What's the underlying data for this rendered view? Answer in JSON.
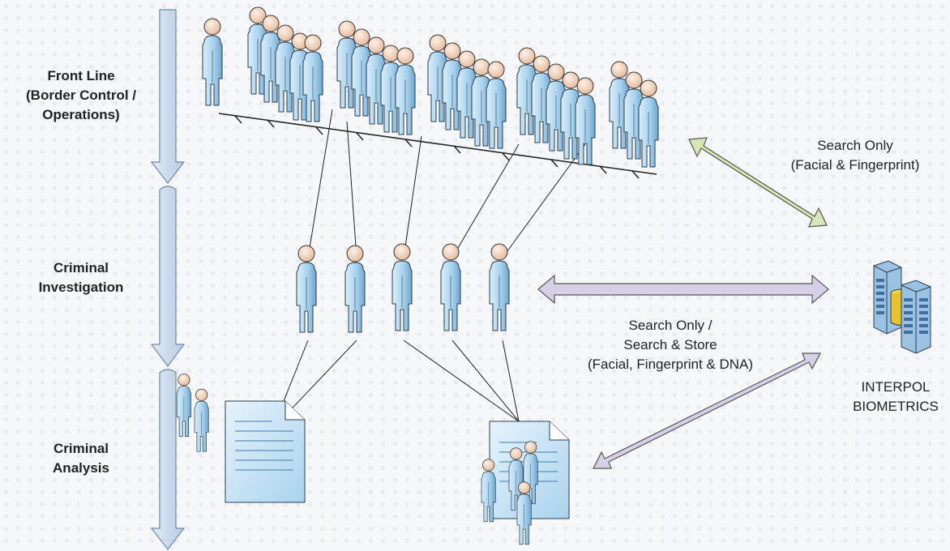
{
  "stages": [
    {
      "label": "Front Line\n(Border Control /\nOperations)"
    },
    {
      "label": "Criminal\nInvestigation"
    },
    {
      "label": "Criminal\nAnalysis"
    }
  ],
  "database": {
    "label": "INTERPOL\nBIOMETRICS",
    "icon": "server-database-icon"
  },
  "connections": [
    {
      "label": "Search Only\n(Facial & Fingerprint)",
      "color": "#d6e6b4"
    },
    {
      "label": "Search Only /\nSearch & Store\n(Facial, Fingerprint & DNA)",
      "color": "#d7cfe6"
    }
  ],
  "colors": {
    "person": "#a9d3ee",
    "flow_arrow": "#c9d9ea",
    "document": "#c8e2f6"
  }
}
